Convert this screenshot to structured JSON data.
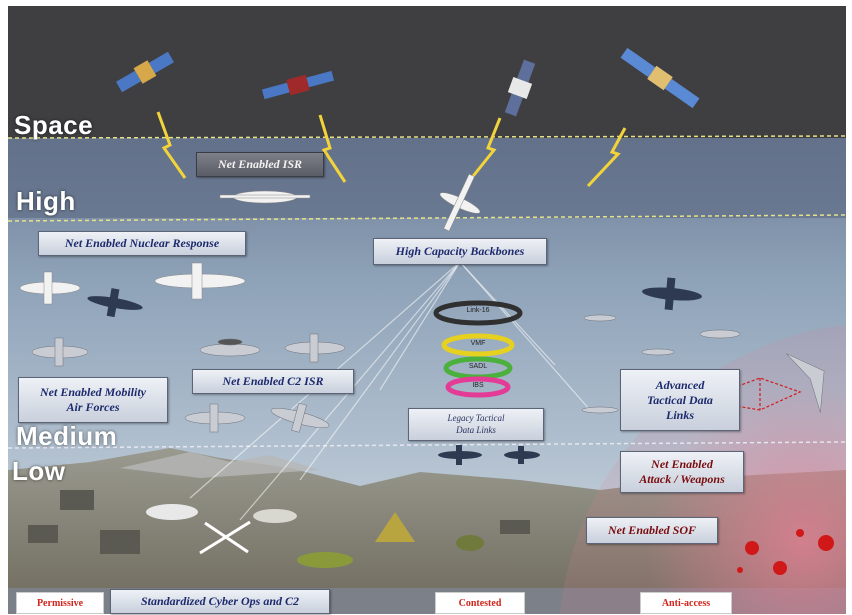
{
  "tiers": [
    "Space",
    "High",
    "Medium",
    "Low"
  ],
  "capabilities": {
    "net_enabled_isr": "Net Enabled ISR",
    "nuclear_response": "Net Enabled Nuclear Response",
    "high_capacity_backbones": "High Capacity Backbones",
    "mobility_air_forces": "Net Enabled Mobility Air Forces",
    "c2_isr": "Net Enabled C2 ISR",
    "legacy_tactical_data_links": "Legacy Tactical Data Links",
    "advanced_tactical_data_links": "Advanced Tactical Data Links",
    "attack_weapons": "Net Enabled Attack / Weapons",
    "sof": "Net Enabled SOF"
  },
  "data_link_rings": [
    "Link-16",
    "VMF",
    "SADL",
    "IBS"
  ],
  "footer": {
    "permissive": "Permissive",
    "cyber_ops": "Standardized Cyber Ops and C2",
    "contested": "Contested",
    "anti_access": "Anti-access"
  },
  "colors": {
    "space": "#3e3e40",
    "sky_top": "#5a6a86",
    "sky_bottom": "#c9d6e0",
    "ground": "#8a8a82",
    "anti_access_zone": "#d98b9a",
    "tier_divider": "#e8e67a",
    "box_text": "#1d2a6e",
    "footer_text": "#d2231c"
  }
}
